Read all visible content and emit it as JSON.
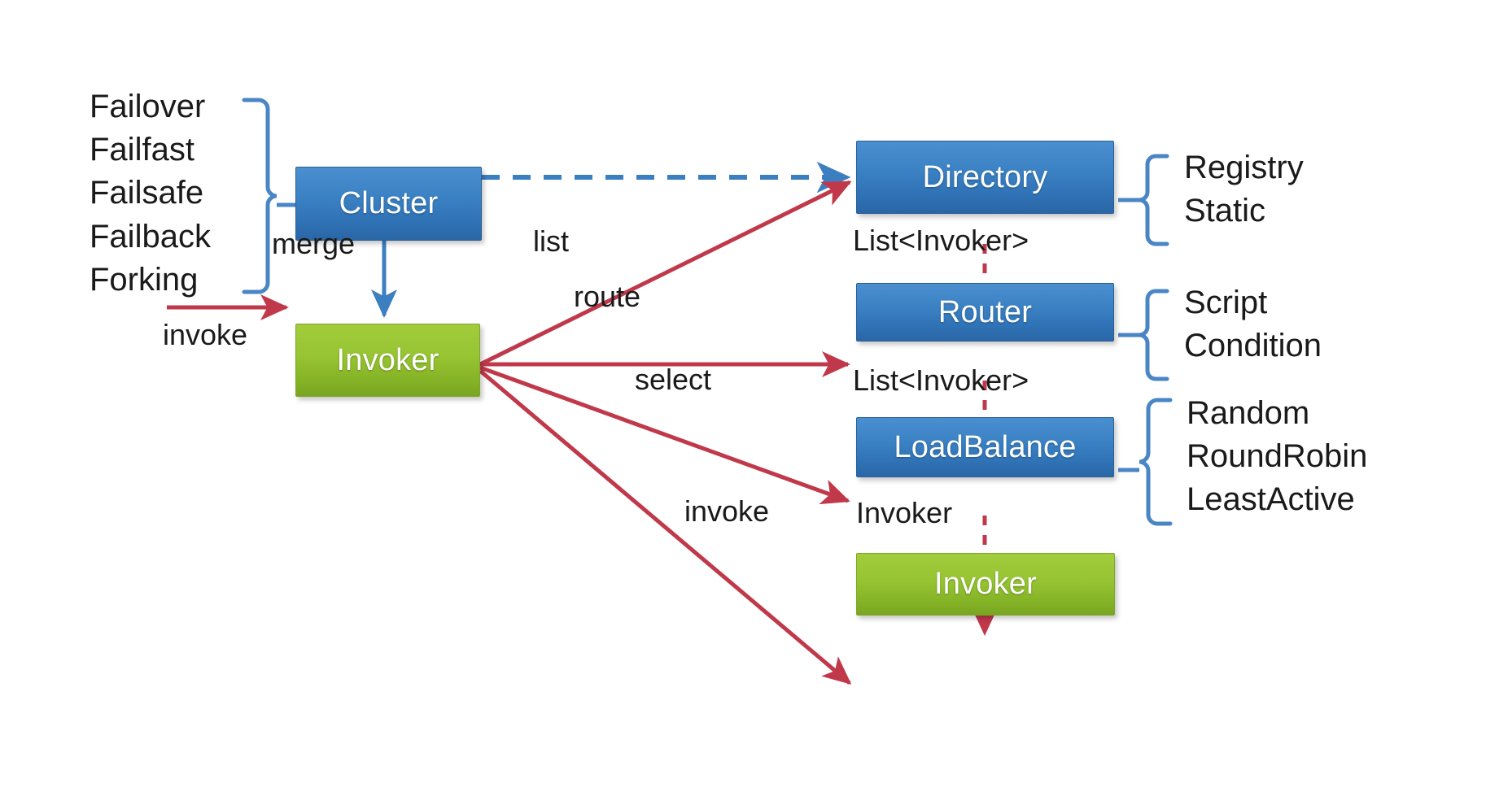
{
  "diagram": {
    "title": "Dubbo Cluster Invocation Architecture",
    "background": "#ffffff",
    "colors": {
      "blue_node": "#2f72b5",
      "green_node": "#8cbb2a",
      "red_arrow": "#c0394b",
      "blue_arrow": "#3c7fc1",
      "brace": "#4a86c5",
      "text": "#1a1a1a"
    }
  },
  "nodes": {
    "cluster": {
      "label": "Cluster",
      "kind": "blue"
    },
    "invoker_left": {
      "label": "Invoker",
      "kind": "green"
    },
    "directory": {
      "label": "Directory",
      "kind": "blue"
    },
    "router": {
      "label": "Router",
      "kind": "blue"
    },
    "loadbalance": {
      "label": "LoadBalance",
      "kind": "blue"
    },
    "invoker_bottom": {
      "label": "Invoker",
      "kind": "green"
    }
  },
  "brace_groups": {
    "cluster_strategies": {
      "attached_to": "Cluster",
      "side": "left",
      "items": [
        "Failover",
        "Failfast",
        "Failsafe",
        "Failback",
        "Forking"
      ]
    },
    "directory_types": {
      "attached_to": "Directory",
      "side": "right",
      "items": [
        "Registry",
        "Static"
      ]
    },
    "router_types": {
      "attached_to": "Router",
      "side": "right",
      "items": [
        "Script",
        "Condition"
      ]
    },
    "loadbalance_types": {
      "attached_to": "LoadBalance",
      "side": "right",
      "items": [
        "Random",
        "RoundRobin",
        "LeastActive"
      ]
    }
  },
  "edges": {
    "invoke_in": {
      "label": "invoke",
      "from": "external",
      "to": "Invoker",
      "style": "solid",
      "color": "red"
    },
    "merge": {
      "label": "merge",
      "from": "Cluster",
      "to": "Invoker",
      "style": "solid",
      "color": "blue"
    },
    "cluster_directory": {
      "label": "",
      "from": "Cluster",
      "to": "Directory",
      "style": "dashed",
      "color": "blue"
    },
    "list": {
      "label": "list",
      "from": "Invoker",
      "to": "Directory",
      "style": "solid",
      "color": "red"
    },
    "route": {
      "label": "route",
      "from": "Invoker",
      "to": "Router",
      "style": "solid",
      "color": "red"
    },
    "select": {
      "label": "select",
      "from": "Invoker",
      "to": "LoadBalance",
      "style": "solid",
      "color": "red"
    },
    "invoke_out": {
      "label": "invoke",
      "from": "Invoker",
      "to": "Invoker (bottom)",
      "style": "solid",
      "color": "red"
    },
    "directory_router": {
      "label": "List<Invoker>",
      "from": "Directory",
      "to": "Router",
      "style": "dashed",
      "color": "red"
    },
    "router_loadbalance": {
      "label": "List<Invoker>",
      "from": "Router",
      "to": "LoadBalance",
      "style": "dashed",
      "color": "red"
    },
    "loadbalance_invoker": {
      "label": "Invoker",
      "from": "LoadBalance",
      "to": "Invoker (bottom)",
      "style": "dashed",
      "color": "red"
    }
  }
}
